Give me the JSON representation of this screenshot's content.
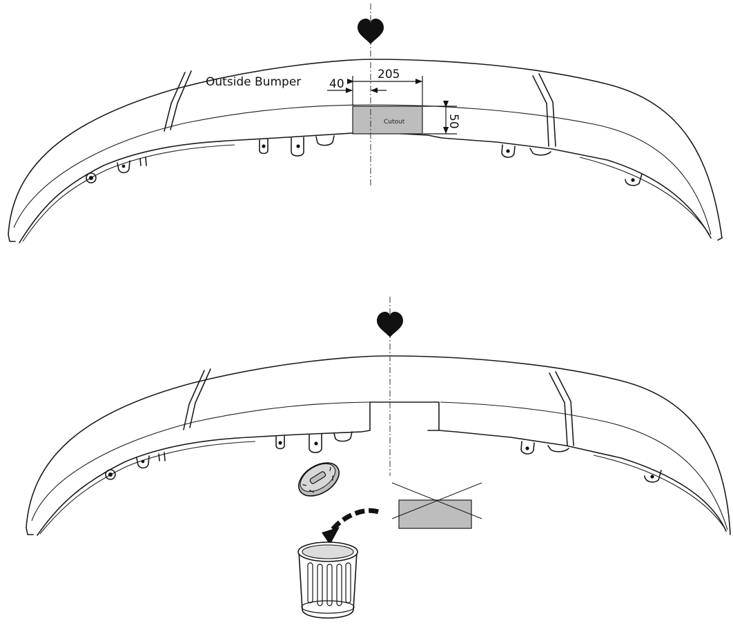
{
  "labels": {
    "outside_bumper": "Outside Bumper",
    "cutout": "Cutout"
  },
  "dimensions": {
    "width": "205",
    "offset": "40",
    "height": "50"
  },
  "icons": {
    "front_marker": "heart-icon",
    "discard": "trash-can-icon",
    "discard_arrow": "dashed-curved-arrow-icon",
    "discarded_piece": "crossed-out-cutout-piece"
  },
  "colors": {
    "cutout_fill": "#bdbdbd",
    "line": "#1a1a1a"
  }
}
